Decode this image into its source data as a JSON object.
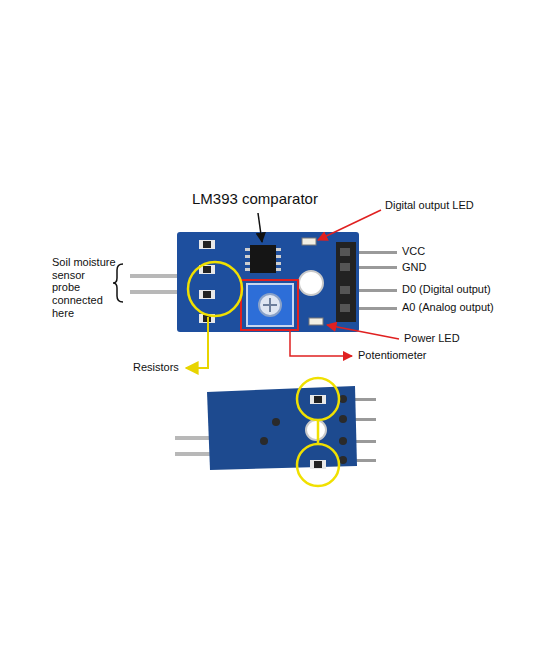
{
  "diagram": {
    "labels": [
      "LM393 comparator",
      "Digital output LED",
      "Soil moisture sensor probe connected here",
      "VCC",
      "GND",
      "D0 (Digital output)",
      "A0 (Analog output)",
      "Power LED",
      "Potentiometer",
      "Resistors"
    ]
  }
}
